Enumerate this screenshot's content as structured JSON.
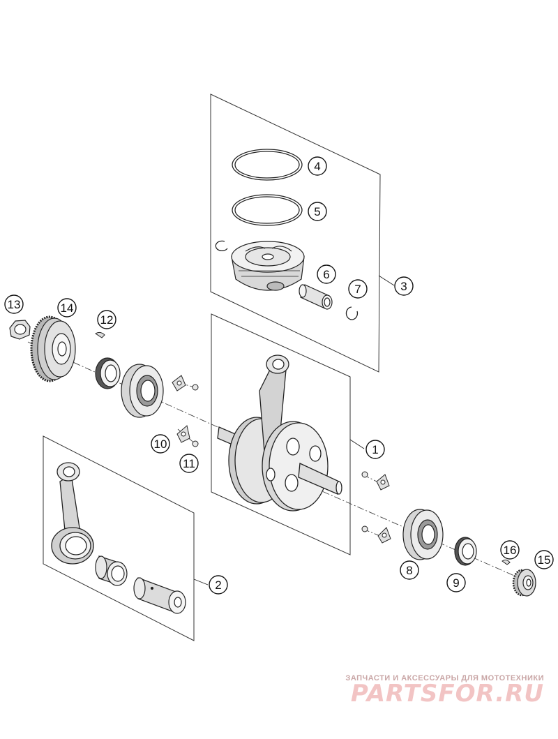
{
  "callouts": [
    {
      "id": "1",
      "label": "1"
    },
    {
      "id": "2",
      "label": "2"
    },
    {
      "id": "3",
      "label": "3"
    },
    {
      "id": "4",
      "label": "4"
    },
    {
      "id": "5",
      "label": "5"
    },
    {
      "id": "6",
      "label": "6"
    },
    {
      "id": "7",
      "label": "7"
    },
    {
      "id": "8",
      "label": "8"
    },
    {
      "id": "9",
      "label": "9"
    },
    {
      "id": "10",
      "label": "10"
    },
    {
      "id": "11",
      "label": "11"
    },
    {
      "id": "12",
      "label": "12"
    },
    {
      "id": "13",
      "label": "13"
    },
    {
      "id": "14",
      "label": "14"
    },
    {
      "id": "15",
      "label": "15"
    },
    {
      "id": "16",
      "label": "16"
    }
  ],
  "watermark": {
    "tagline": "ЗАПЧАСТИ И АКСЕССУАРЫ ДЛЯ МОТОТЕХНИКИ",
    "logo": "PARTSFOR.RU"
  },
  "colors": {
    "line": "#222222",
    "part_fill": "#e8e8e8",
    "part_shade": "#bdbdbd",
    "watermark_logo": "#f2c4c4"
  }
}
